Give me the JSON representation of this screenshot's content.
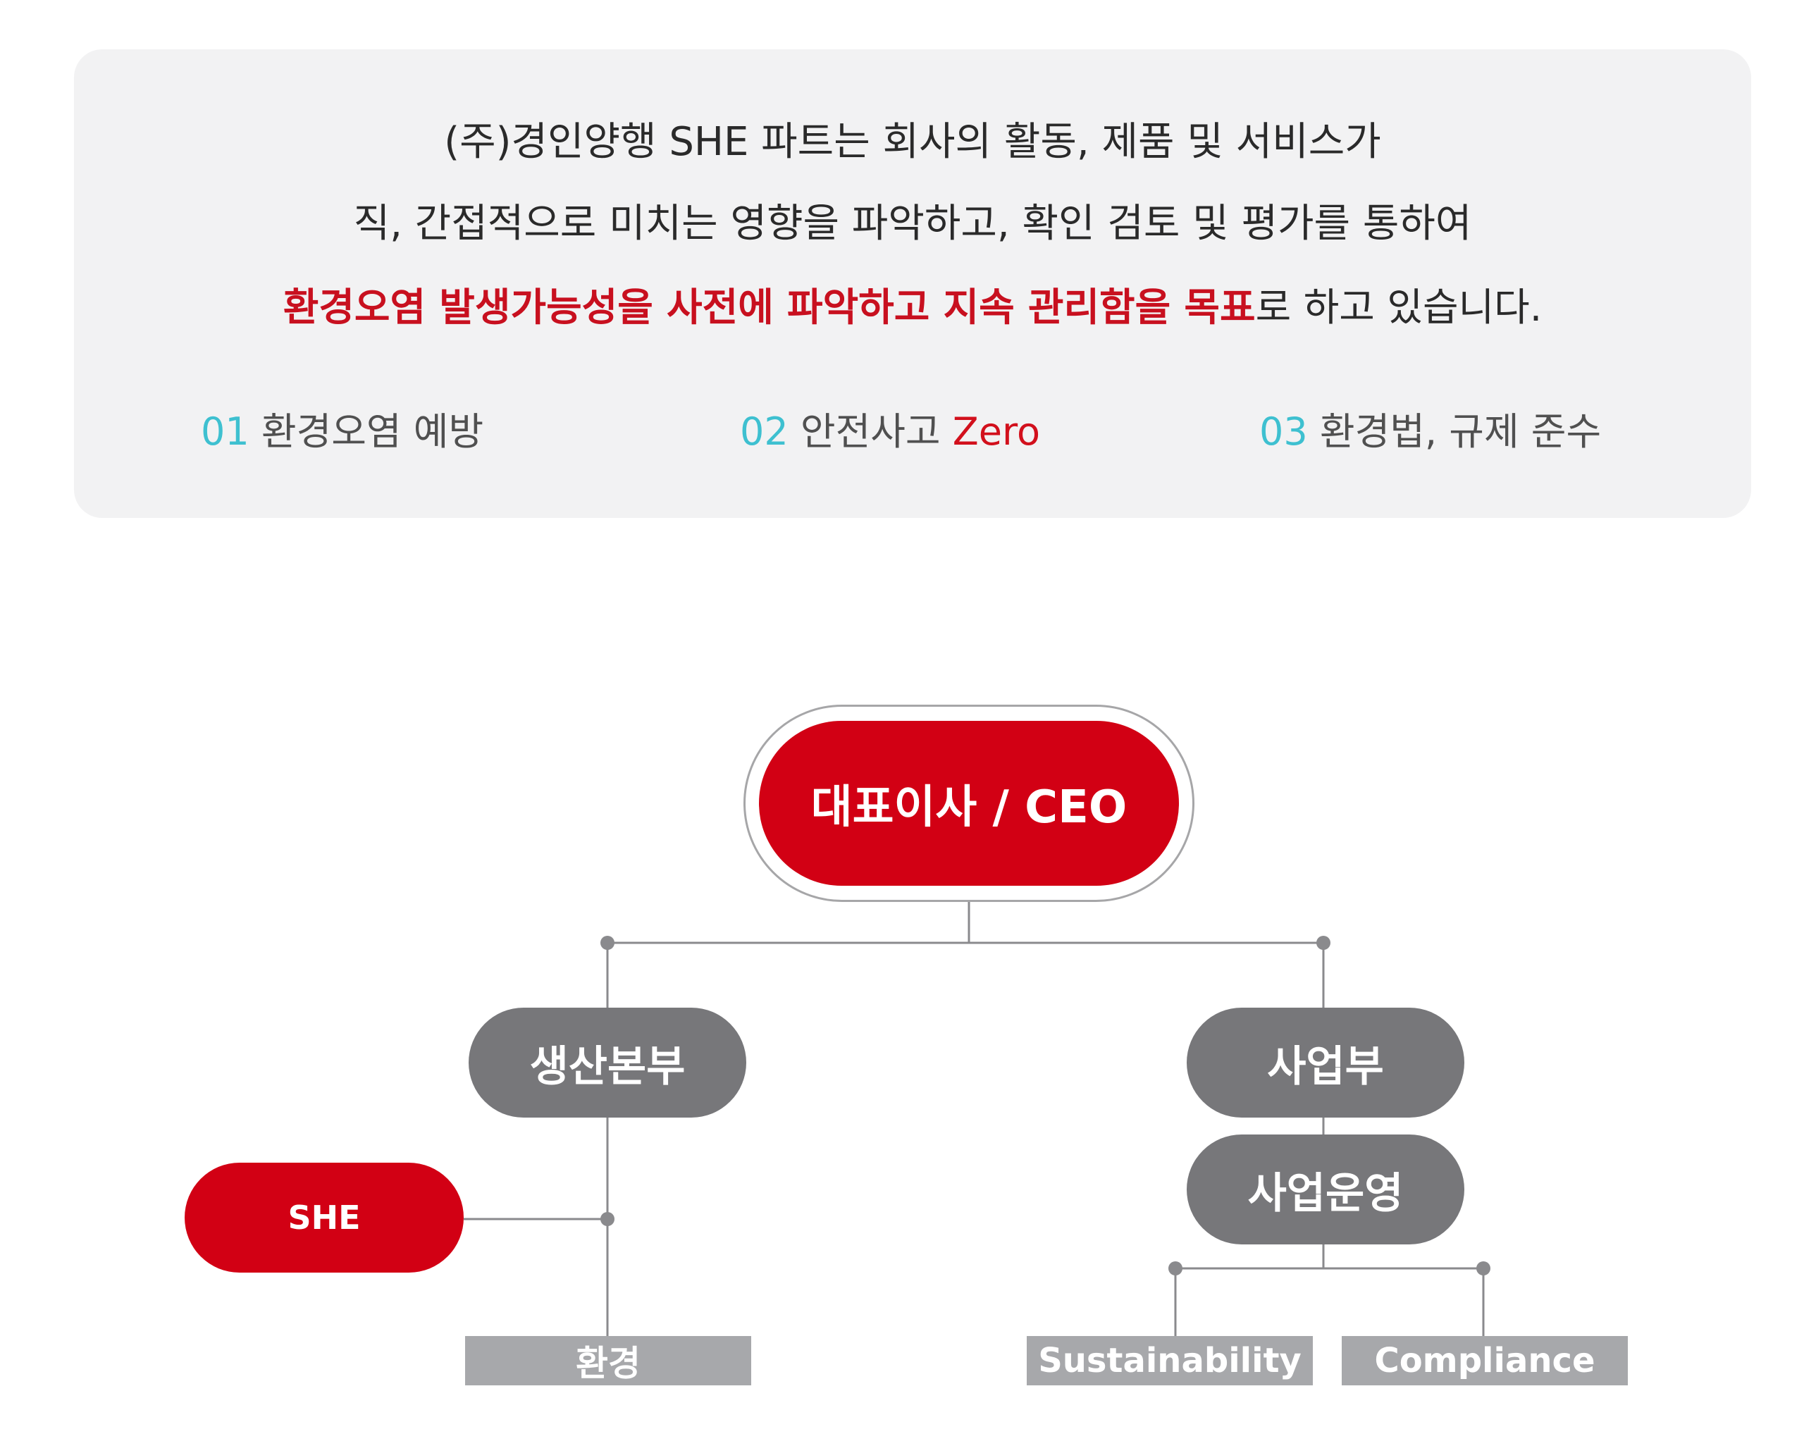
{
  "intro": {
    "line1": "(주)경인양행 SHE 파트는 회사의 활동, 제품 및 서비스가",
    "line2": "직, 간접적으로 미치는 영향을 파악하고, 확인 검토 및 평가를 통하여",
    "line3_accent": "환경오염 발생가능성을 사전에 파악하고 지속 관리함을 목표",
    "line3_rest": "로 하고 있습니다."
  },
  "goals": [
    {
      "num": "01",
      "text": "환경오염 예방",
      "accent": ""
    },
    {
      "num": "02",
      "text": "안전사고 ",
      "accent": "Zero"
    },
    {
      "num": "03",
      "text": "환경법, 규제 준수",
      "accent": ""
    }
  ],
  "org": {
    "ceo": "대표이사 / CEO",
    "production": "생산본부",
    "she": "SHE",
    "environment": "환경",
    "business": "사업부",
    "business_ops": "사업운영",
    "sustainability": "Sustainability",
    "compliance": "Compliance"
  },
  "colors": {
    "accent_red": "#d20014",
    "accent_cyan": "#3ec0d0",
    "node_gray": "#77777a",
    "box_gray": "#a7a8ab",
    "panel_bg": "#f2f2f3"
  }
}
